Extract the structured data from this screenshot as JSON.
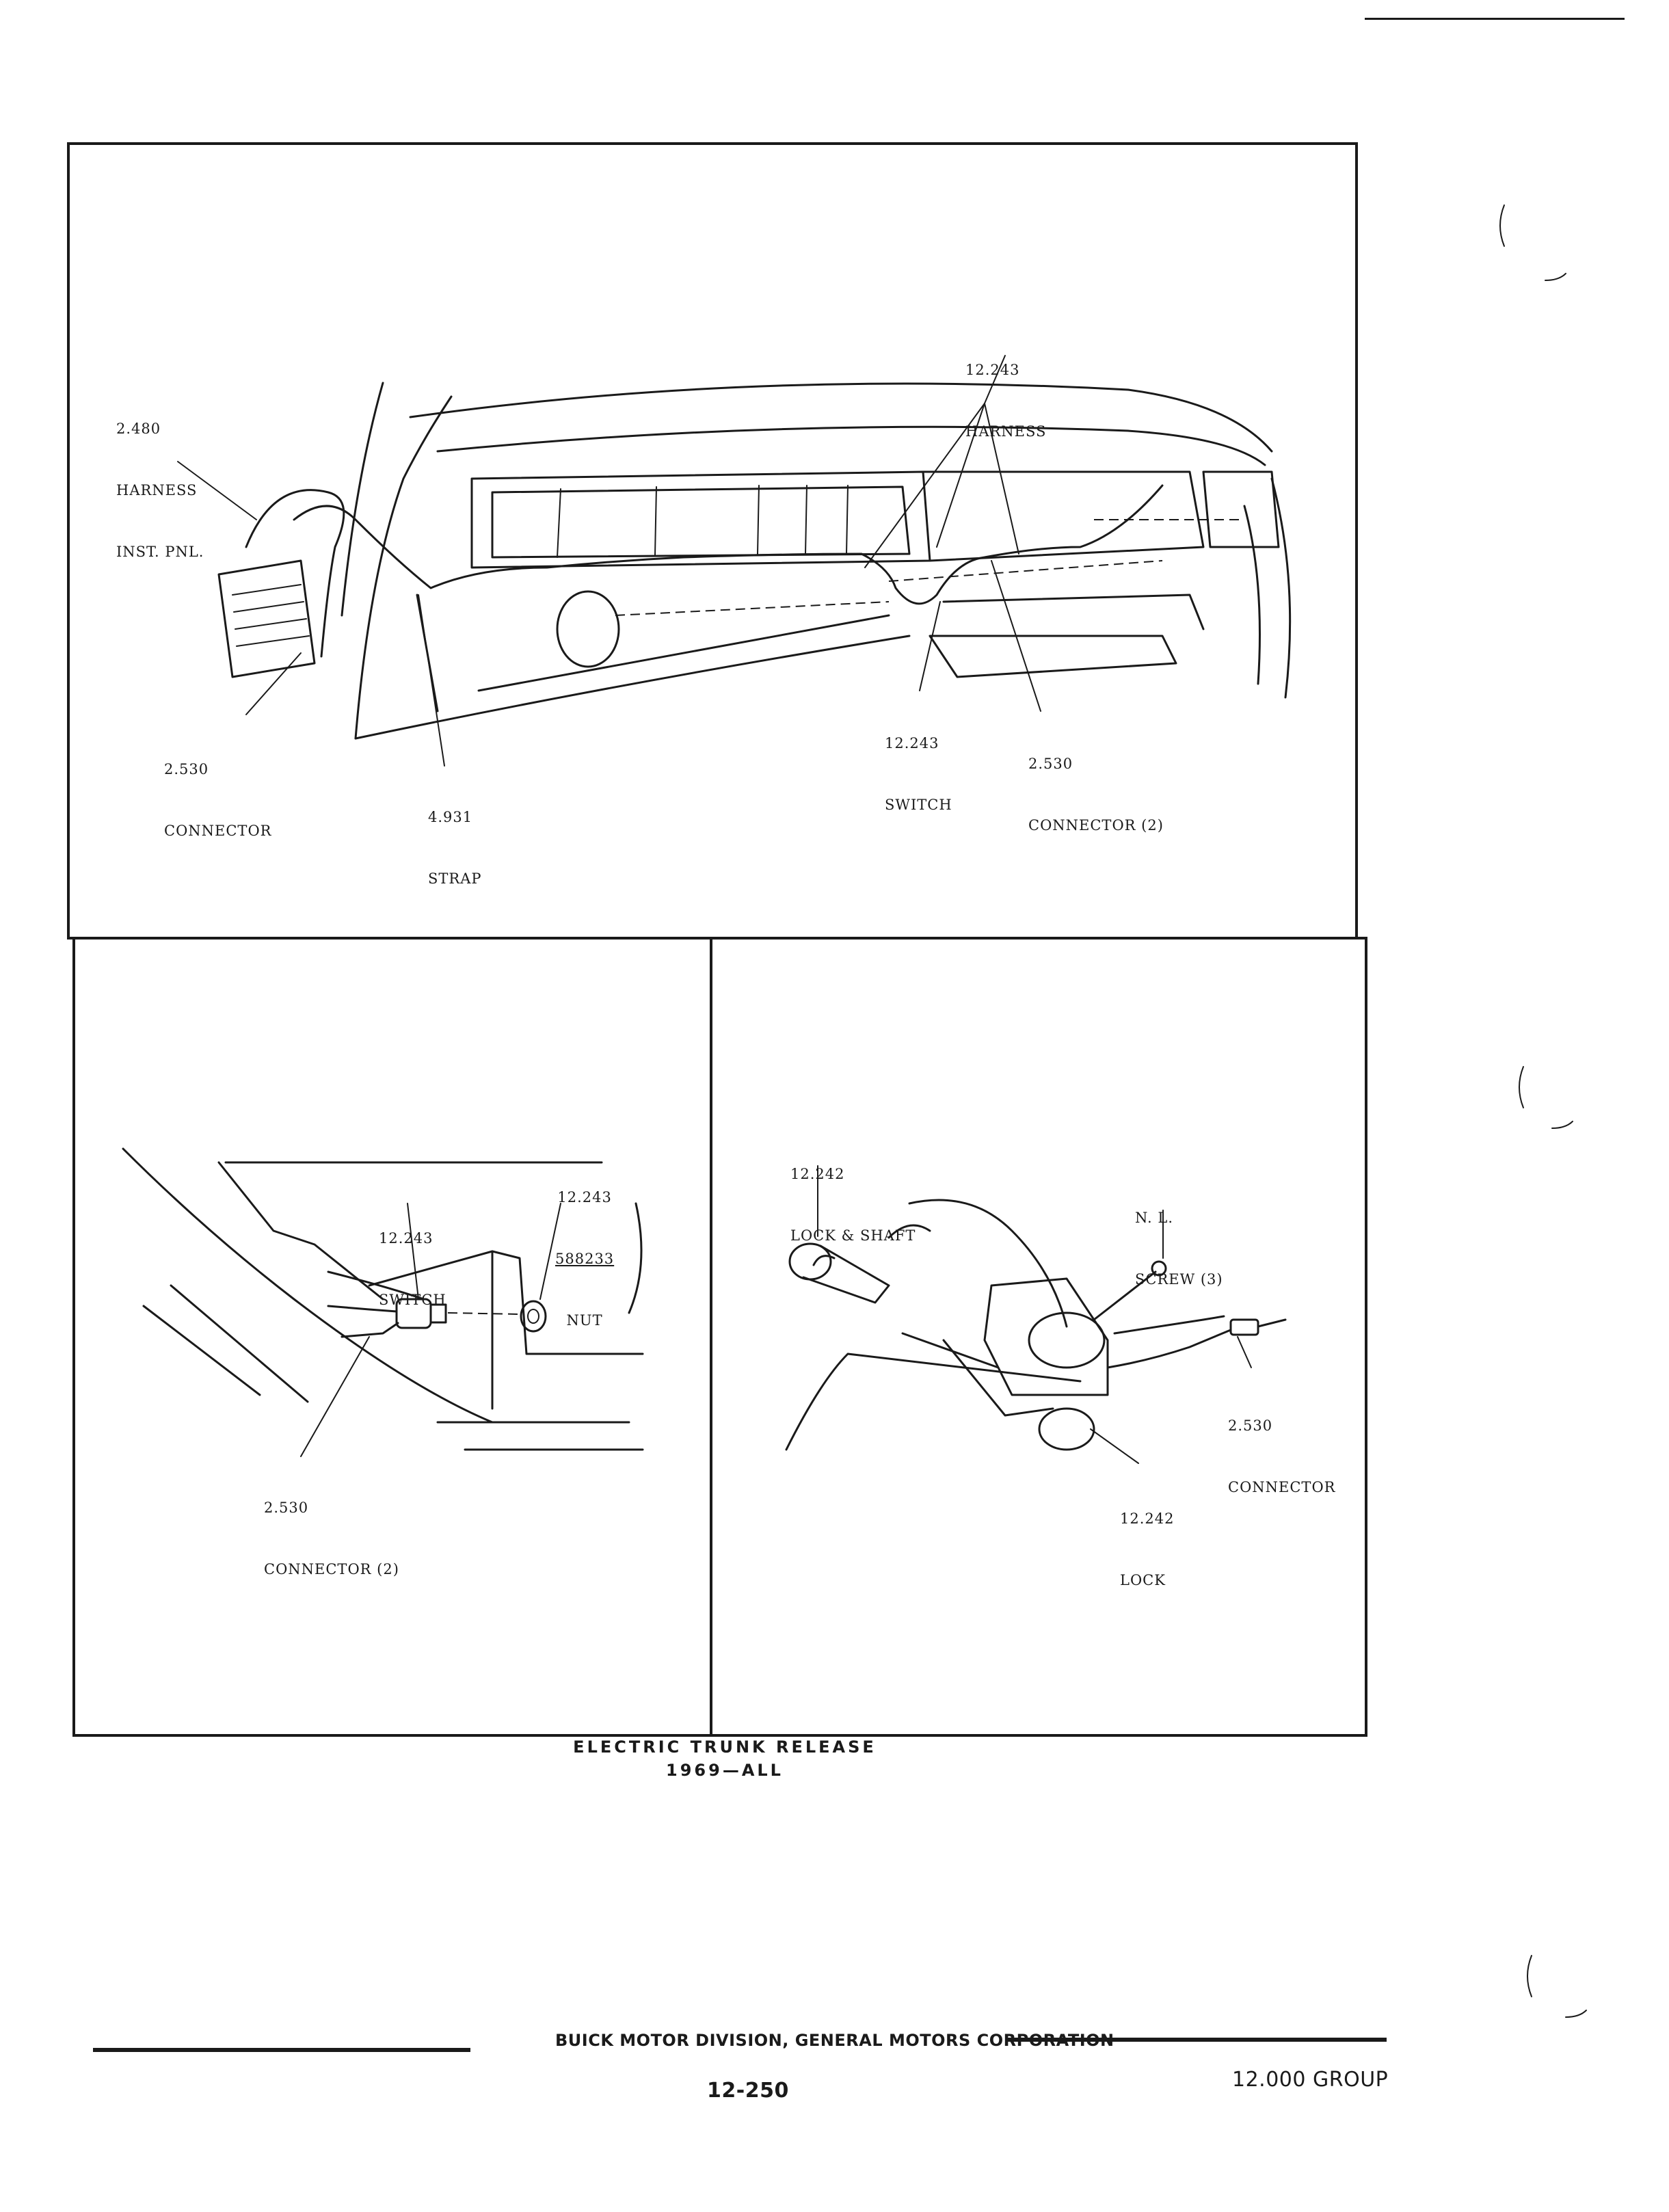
{
  "diagram": {
    "panel_top": {
      "labels": {
        "harness_inst_pnl": [
          "2.480",
          "HARNESS",
          "INST. PNL."
        ],
        "harness": [
          "12.243",
          "HARNESS"
        ],
        "connector_left": [
          "2.530",
          "CONNECTOR"
        ],
        "strap": [
          "4.931",
          "STRAP"
        ],
        "switch": [
          "12.243",
          "SWITCH"
        ],
        "connector_right": [
          "2.530",
          "CONNECTOR (2)"
        ]
      }
    },
    "panel_bottom_left": {
      "labels": {
        "nut": [
          "12.243",
          "588233",
          "NUT"
        ],
        "switch": [
          "12.243",
          "SWITCH"
        ],
        "connector": [
          "2.530",
          "CONNECTOR (2)"
        ]
      }
    },
    "panel_bottom_right": {
      "labels": {
        "lock_shaft": [
          "12.242",
          "LOCK & SHAFT"
        ],
        "screw": [
          "N. L.",
          "SCREW (3)"
        ],
        "connector": [
          "2.530",
          "CONNECTOR"
        ],
        "lock": [
          "12.242",
          "LOCK"
        ]
      }
    },
    "caption": {
      "title": "ELECTRIC TRUNK RELEASE",
      "subtitle": "1969—ALL"
    }
  },
  "footer": {
    "division": "BUICK MOTOR DIVISION, GENERAL MOTORS CORPORATION",
    "page_number": "12-250",
    "group": "12.000 GROUP"
  }
}
